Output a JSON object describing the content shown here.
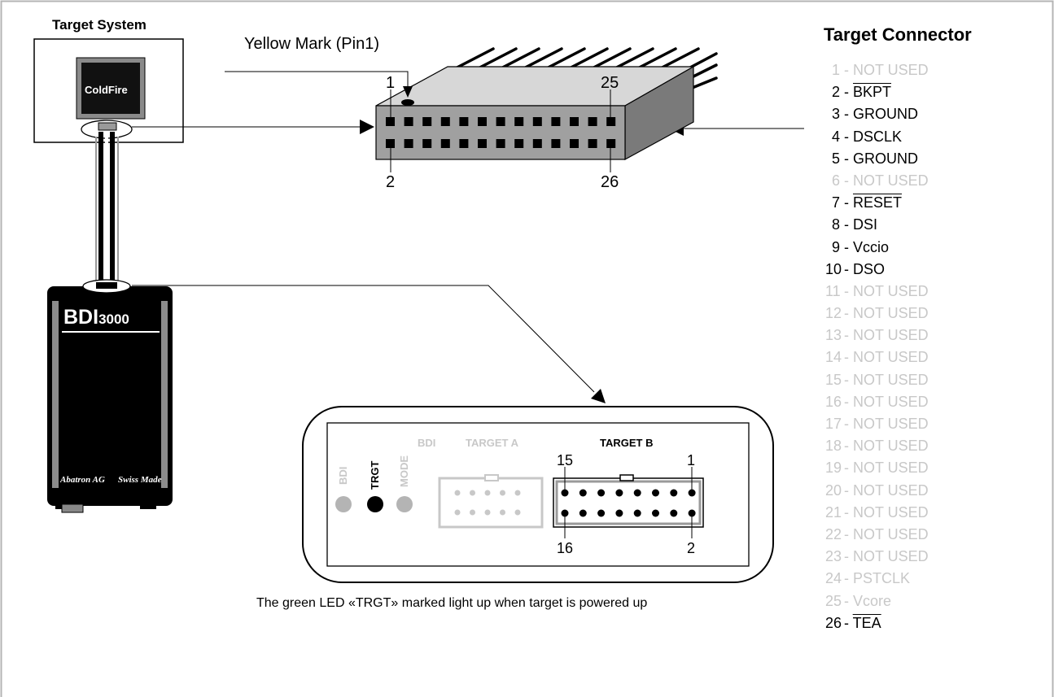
{
  "labels": {
    "target_system": "Target System",
    "cpu_chip": "ColdFire",
    "yellow_mark": "Yellow Mark (Pin1)",
    "connector_pin_1": "1",
    "connector_pin_2": "2",
    "connector_pin_25": "25",
    "connector_pin_26": "26",
    "target_connector": "Target Connector"
  },
  "bdi_unit": {
    "logo_main": "BDI",
    "logo_model": "3000",
    "maker": "Abatron AG",
    "made": "Swiss Made"
  },
  "front_panel": {
    "led_bdi": "BDI",
    "led_trgt": "TRGT",
    "led_mode": "MODE",
    "section_bdi": "BDI",
    "target_a": "TARGET A",
    "target_b": "TARGET B",
    "pin_15": "15",
    "pin_1": "1",
    "pin_16": "16",
    "pin_2": "2",
    "caption": "The green LED «TRGT» marked light up when target is powered up"
  },
  "pins": [
    {
      "num": "1",
      "name": "NOT USED",
      "overline": false,
      "used": false
    },
    {
      "num": "2",
      "name": "BKPT",
      "overline": true,
      "used": true
    },
    {
      "num": "3",
      "name": "GROUND",
      "overline": false,
      "used": true
    },
    {
      "num": "4",
      "name": "DSCLK",
      "overline": false,
      "used": true
    },
    {
      "num": "5",
      "name": "GROUND",
      "overline": false,
      "used": true
    },
    {
      "num": "6",
      "name": "NOT USED",
      "overline": false,
      "used": false
    },
    {
      "num": "7",
      "name": "RESET",
      "overline": true,
      "used": true
    },
    {
      "num": "8",
      "name": "DSI",
      "overline": false,
      "used": true
    },
    {
      "num": "9",
      "name": "Vccio",
      "overline": false,
      "used": true
    },
    {
      "num": "10",
      "name": "DSO",
      "overline": false,
      "used": true
    },
    {
      "num": "11",
      "name": "NOT USED",
      "overline": false,
      "used": false
    },
    {
      "num": "12",
      "name": "NOT USED",
      "overline": false,
      "used": false
    },
    {
      "num": "13",
      "name": "NOT USED",
      "overline": false,
      "used": false
    },
    {
      "num": "14",
      "name": "NOT USED",
      "overline": false,
      "used": false
    },
    {
      "num": "15",
      "name": "NOT USED",
      "overline": false,
      "used": false
    },
    {
      "num": "16",
      "name": "NOT USED",
      "overline": false,
      "used": false
    },
    {
      "num": "17",
      "name": "NOT USED",
      "overline": false,
      "used": false
    },
    {
      "num": "18",
      "name": "NOT USED",
      "overline": false,
      "used": false
    },
    {
      "num": "19",
      "name": "NOT USED",
      "overline": false,
      "used": false
    },
    {
      "num": "20",
      "name": "NOT USED",
      "overline": false,
      "used": false
    },
    {
      "num": "21",
      "name": "NOT USED",
      "overline": false,
      "used": false
    },
    {
      "num": "22",
      "name": "NOT USED",
      "overline": false,
      "used": false
    },
    {
      "num": "23",
      "name": "NOT USED",
      "overline": false,
      "used": false
    },
    {
      "num": "24",
      "name": "PSTCLK",
      "overline": false,
      "used": false
    },
    {
      "num": "25",
      "name": "Vcore",
      "overline": false,
      "used": false
    },
    {
      "num": "26",
      "name": "TEA",
      "overline": true,
      "used": true
    }
  ],
  "colors": {
    "used_text": "#000000",
    "unused_text": "#c8c8c8",
    "frame": "#b4b4b4",
    "connector_top": "#d7d7d7",
    "connector_front": "#a0a0a0"
  }
}
